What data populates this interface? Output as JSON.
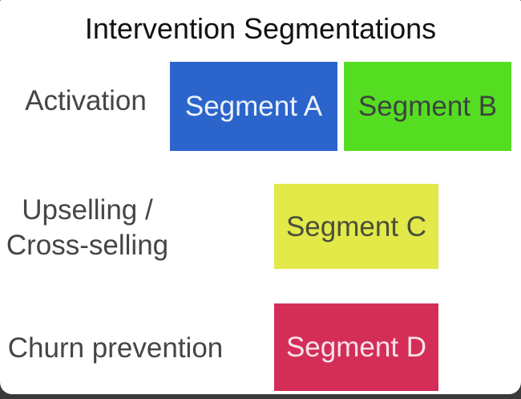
{
  "title": "Intervention Segmentations",
  "rows": [
    {
      "label_lines": [
        "Activation"
      ],
      "segments": [
        {
          "name": "Segment A",
          "color": "#2b65cc",
          "text_color": "#eef2f9"
        },
        {
          "name": "Segment B",
          "color": "#55dd21",
          "text_color": "#3c4440"
        }
      ]
    },
    {
      "label_lines": [
        "Upselling /",
        "Cross-selling"
      ],
      "segments": [
        {
          "name": "Segment C",
          "color": "#e2e948",
          "text_color": "#4a4d3c"
        }
      ]
    },
    {
      "label_lines": [
        "Churn prevention"
      ],
      "segments": [
        {
          "name": "Segment D",
          "color": "#d42e58",
          "text_color": "#f7e2e8"
        }
      ]
    }
  ],
  "colors": {
    "background": "#ffffff",
    "bottom_edge": "#3a3a3a",
    "title_text": "#111111",
    "label_text": "#434547",
    "segment_a_bg": "#2b65cc",
    "segment_a_text": "#eef2f9",
    "segment_b_bg": "#55dd21",
    "segment_b_text": "#3c4440",
    "segment_c_bg": "#e2e948",
    "segment_c_text": "#4a4d3c",
    "segment_d_bg": "#d42e58",
    "segment_d_text": "#f7e2e8"
  }
}
